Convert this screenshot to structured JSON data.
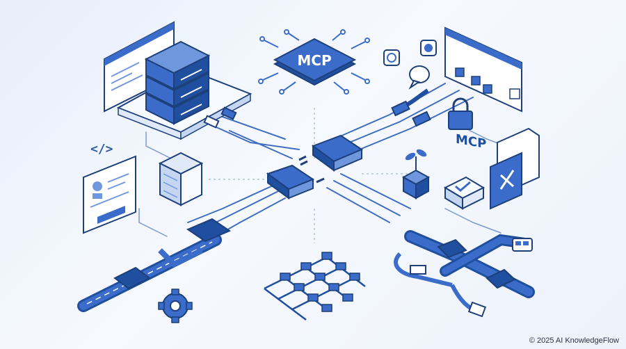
{
  "mcp_chip": {
    "label": "MCP"
  },
  "mcp_window": {
    "label": "MCP"
  },
  "code_badge": {
    "label": "</>"
  },
  "footer": {
    "copyright": "© 2025 AI KnowledgeFlow"
  },
  "palette": {
    "primary": "#3b6cc9",
    "primary_dark": "#1f4f9e",
    "primary_light": "#6f97dd",
    "outline": "#1d3f7a",
    "panel": "#f7faff",
    "pale": "#dfe9f8"
  },
  "icons": [
    "server-rack-icon",
    "mcp-chip-icon",
    "browser-window-icon",
    "code-icon",
    "profile-card-icon",
    "database-icon",
    "connector-plug-icon",
    "lock-icon",
    "sprout-icon",
    "checkmark-icon",
    "vscode-icon",
    "gear-icon",
    "network-grid-icon",
    "pipeline-icon",
    "chat-bubble-icon",
    "github-icon",
    "openai-icon",
    "bus-icon",
    "usb-cable-icon"
  ]
}
